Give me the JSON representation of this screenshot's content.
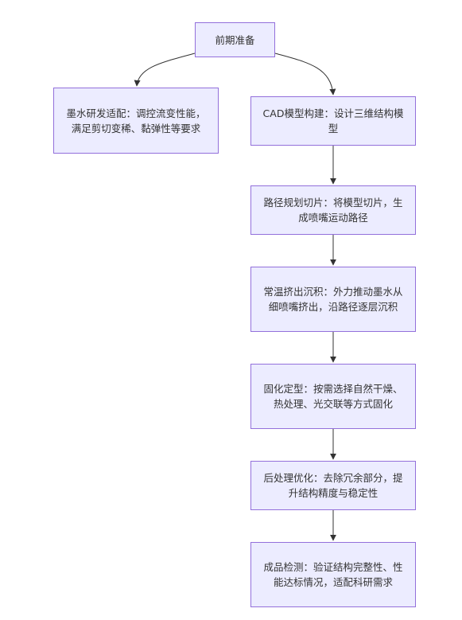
{
  "diagram": {
    "nodes": [
      {
        "id": "n0",
        "label": "前期准备"
      },
      {
        "id": "n1",
        "label": "墨水研发适配：调控流变性能，满足剪切变稀、黏弹性等要求"
      },
      {
        "id": "n2",
        "label": "CAD模型构建：设计三维结构模型"
      },
      {
        "id": "n3",
        "label": "路径规划切片：将模型切片，生成喷嘴运动路径"
      },
      {
        "id": "n4",
        "label": "常温挤出沉积：外力推动墨水从细喷嘴挤出，沿路径逐层沉积"
      },
      {
        "id": "n5",
        "label": "固化定型：按需选择自然干燥、热处理、光交联等方式固化"
      },
      {
        "id": "n6",
        "label": "后处理优化：去除冗余部分，提升结构精度与稳定性"
      },
      {
        "id": "n7",
        "label": "成品检测：验证结构完整性、性能达标情况，适配科研需求"
      }
    ],
    "edges": [
      {
        "from": "n0",
        "to": "n1"
      },
      {
        "from": "n0",
        "to": "n2"
      },
      {
        "from": "n2",
        "to": "n3"
      },
      {
        "from": "n3",
        "to": "n4"
      },
      {
        "from": "n4",
        "to": "n5"
      },
      {
        "from": "n5",
        "to": "n6"
      },
      {
        "from": "n6",
        "to": "n7"
      }
    ],
    "colors": {
      "node_fill": "#ececff",
      "node_border": "#9370db",
      "edge": "#333333",
      "text": "#333333"
    }
  }
}
